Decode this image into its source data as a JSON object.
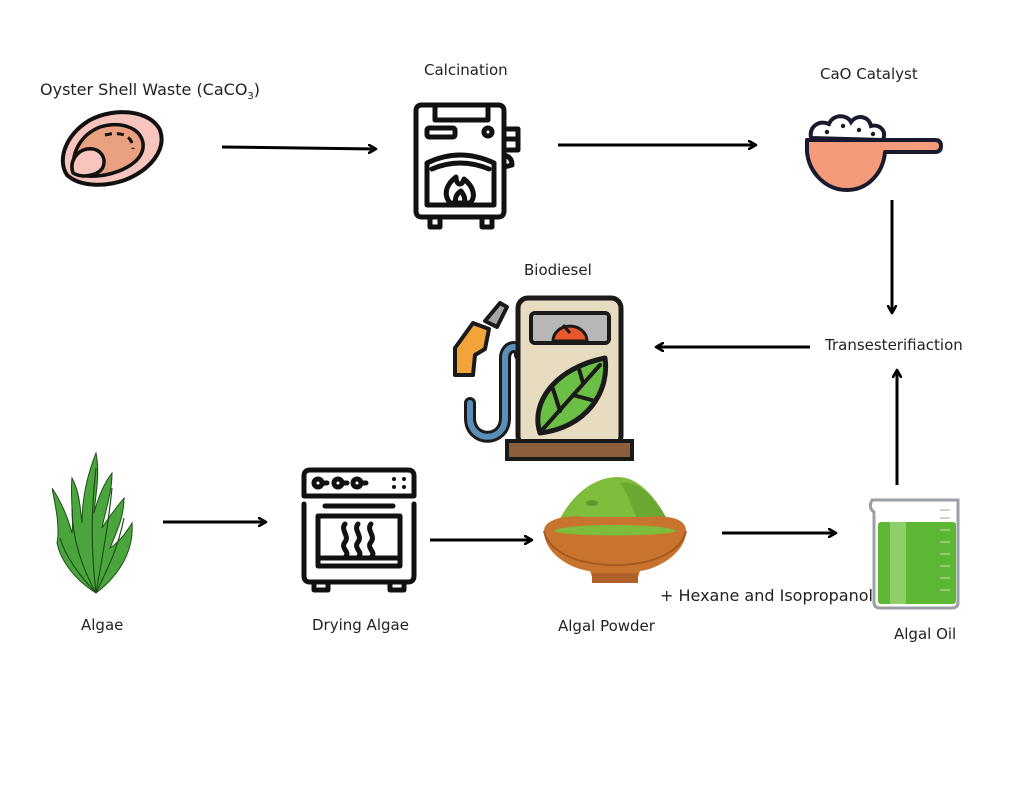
{
  "diagram": {
    "nodes": {
      "oyster": {
        "label": "Oyster Shell Waste (CaCO",
        "sub": "3",
        "label_end": ")",
        "icon": "oyster-shell-icon"
      },
      "calcination": {
        "label": "Calcination",
        "icon": "furnace-icon"
      },
      "cao": {
        "label": "CaO Catalyst",
        "icon": "measuring-scoop-icon"
      },
      "transesterification": {
        "label": "Transesterifiaction"
      },
      "biodiesel": {
        "label": "Biodiesel",
        "icon": "fuel-pump-leaf-icon"
      },
      "algae": {
        "label": "Algae",
        "icon": "seaweed-icon"
      },
      "drying": {
        "label": "Drying Algae",
        "icon": "oven-icon"
      },
      "powder": {
        "label": "Algal Powder",
        "icon": "powder-bowl-icon"
      },
      "oil": {
        "label": "Algal Oil",
        "icon": "beaker-icon"
      }
    },
    "edge_labels": {
      "solvent": "+ Hexane and Isopropanol"
    },
    "edges": [
      [
        "oyster",
        "calcination"
      ],
      [
        "calcination",
        "cao"
      ],
      [
        "cao",
        "transesterification"
      ],
      [
        "transesterification",
        "biodiesel"
      ],
      [
        "algae",
        "drying"
      ],
      [
        "drying",
        "powder"
      ],
      [
        "powder",
        "oil"
      ],
      [
        "oil",
        "transesterification"
      ]
    ]
  }
}
